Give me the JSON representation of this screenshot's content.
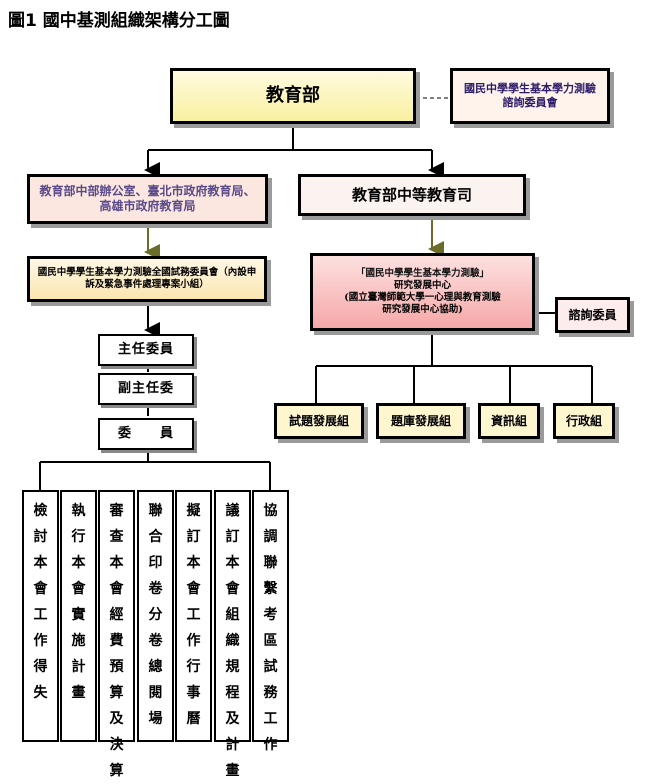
{
  "title": "圖1 國中基測組織架構分工圖",
  "nodes": {
    "ministry": "教育部",
    "advisory": "國民中學學生基本學力測驗諮詢委員會",
    "moe_office": "教育部中部辦公室、臺北市政府教育局、高雄市政府教育局",
    "secondary_dept": "教育部中等教育司",
    "committee": "國民中學學生基本學力測驗全國試務委員會（內設申訴及緊急事件處理專案小組）",
    "center_line1": "「國民中學學生基本學力測驗」",
    "center_line2": "研究發展中心",
    "center_line3": "(國立臺灣師範大學一心理與教育測驗",
    "center_line4": "研究發展中心協助)",
    "consult": "諮詢委員"
  },
  "groups": [
    "試題發展組",
    "題庫發展組",
    "資訊組",
    "行政組"
  ],
  "roles": [
    "主任委員",
    "副主任委",
    "委　　員"
  ],
  "tasks": [
    "檢討本會工作得失",
    "執行本會實施計畫",
    "審查本會經費預算及決算",
    "聯合印卷分卷總閱場",
    "擬訂本會工作行事曆",
    "議訂本會組織規程及計畫",
    "協調聯繫考區試務工作"
  ],
  "colors": {
    "ministry_fill": "#f9f0a0",
    "center_fill": "#f6a8a8",
    "group_fill": "#fdf6cf"
  }
}
